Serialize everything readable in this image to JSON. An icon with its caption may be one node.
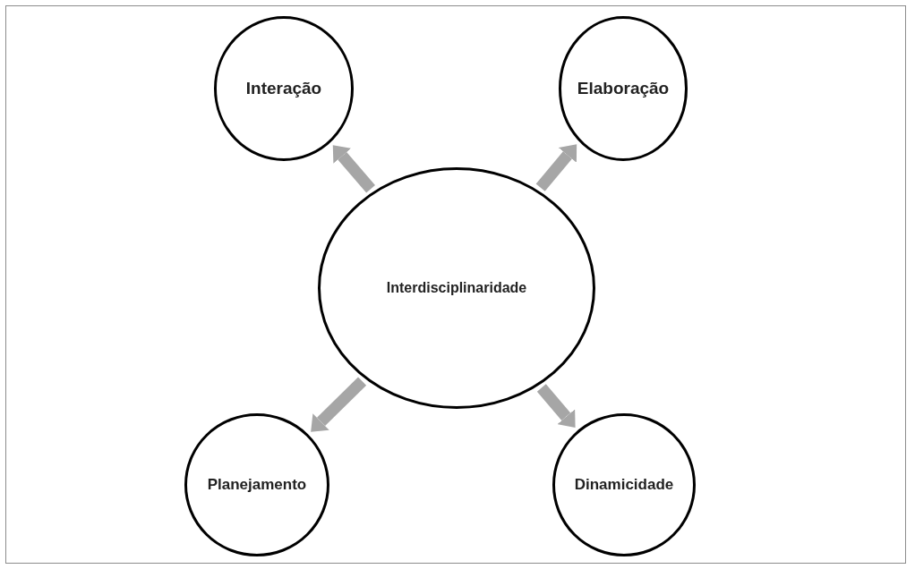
{
  "diagram": {
    "nodes": [
      {
        "text": [
          "Interação"
        ]
      },
      {
        "text": [
          "Elaboração"
        ]
      },
      {
        "text": [
          "Interdisciplinaridade"
        ]
      },
      {
        "text": [
          "Planejamento"
        ]
      },
      {
        "text": [
          "Dinamicidade"
        ]
      }
    ],
    "edges": [
      {
        "from": 2,
        "to": 0,
        "arrow": "to"
      },
      {
        "from": 2,
        "to": 1,
        "arrow": "to"
      },
      {
        "from": 2,
        "to": 3,
        "arrow": "to"
      },
      {
        "from": 2,
        "to": 4,
        "arrow": "to"
      }
    ]
  }
}
